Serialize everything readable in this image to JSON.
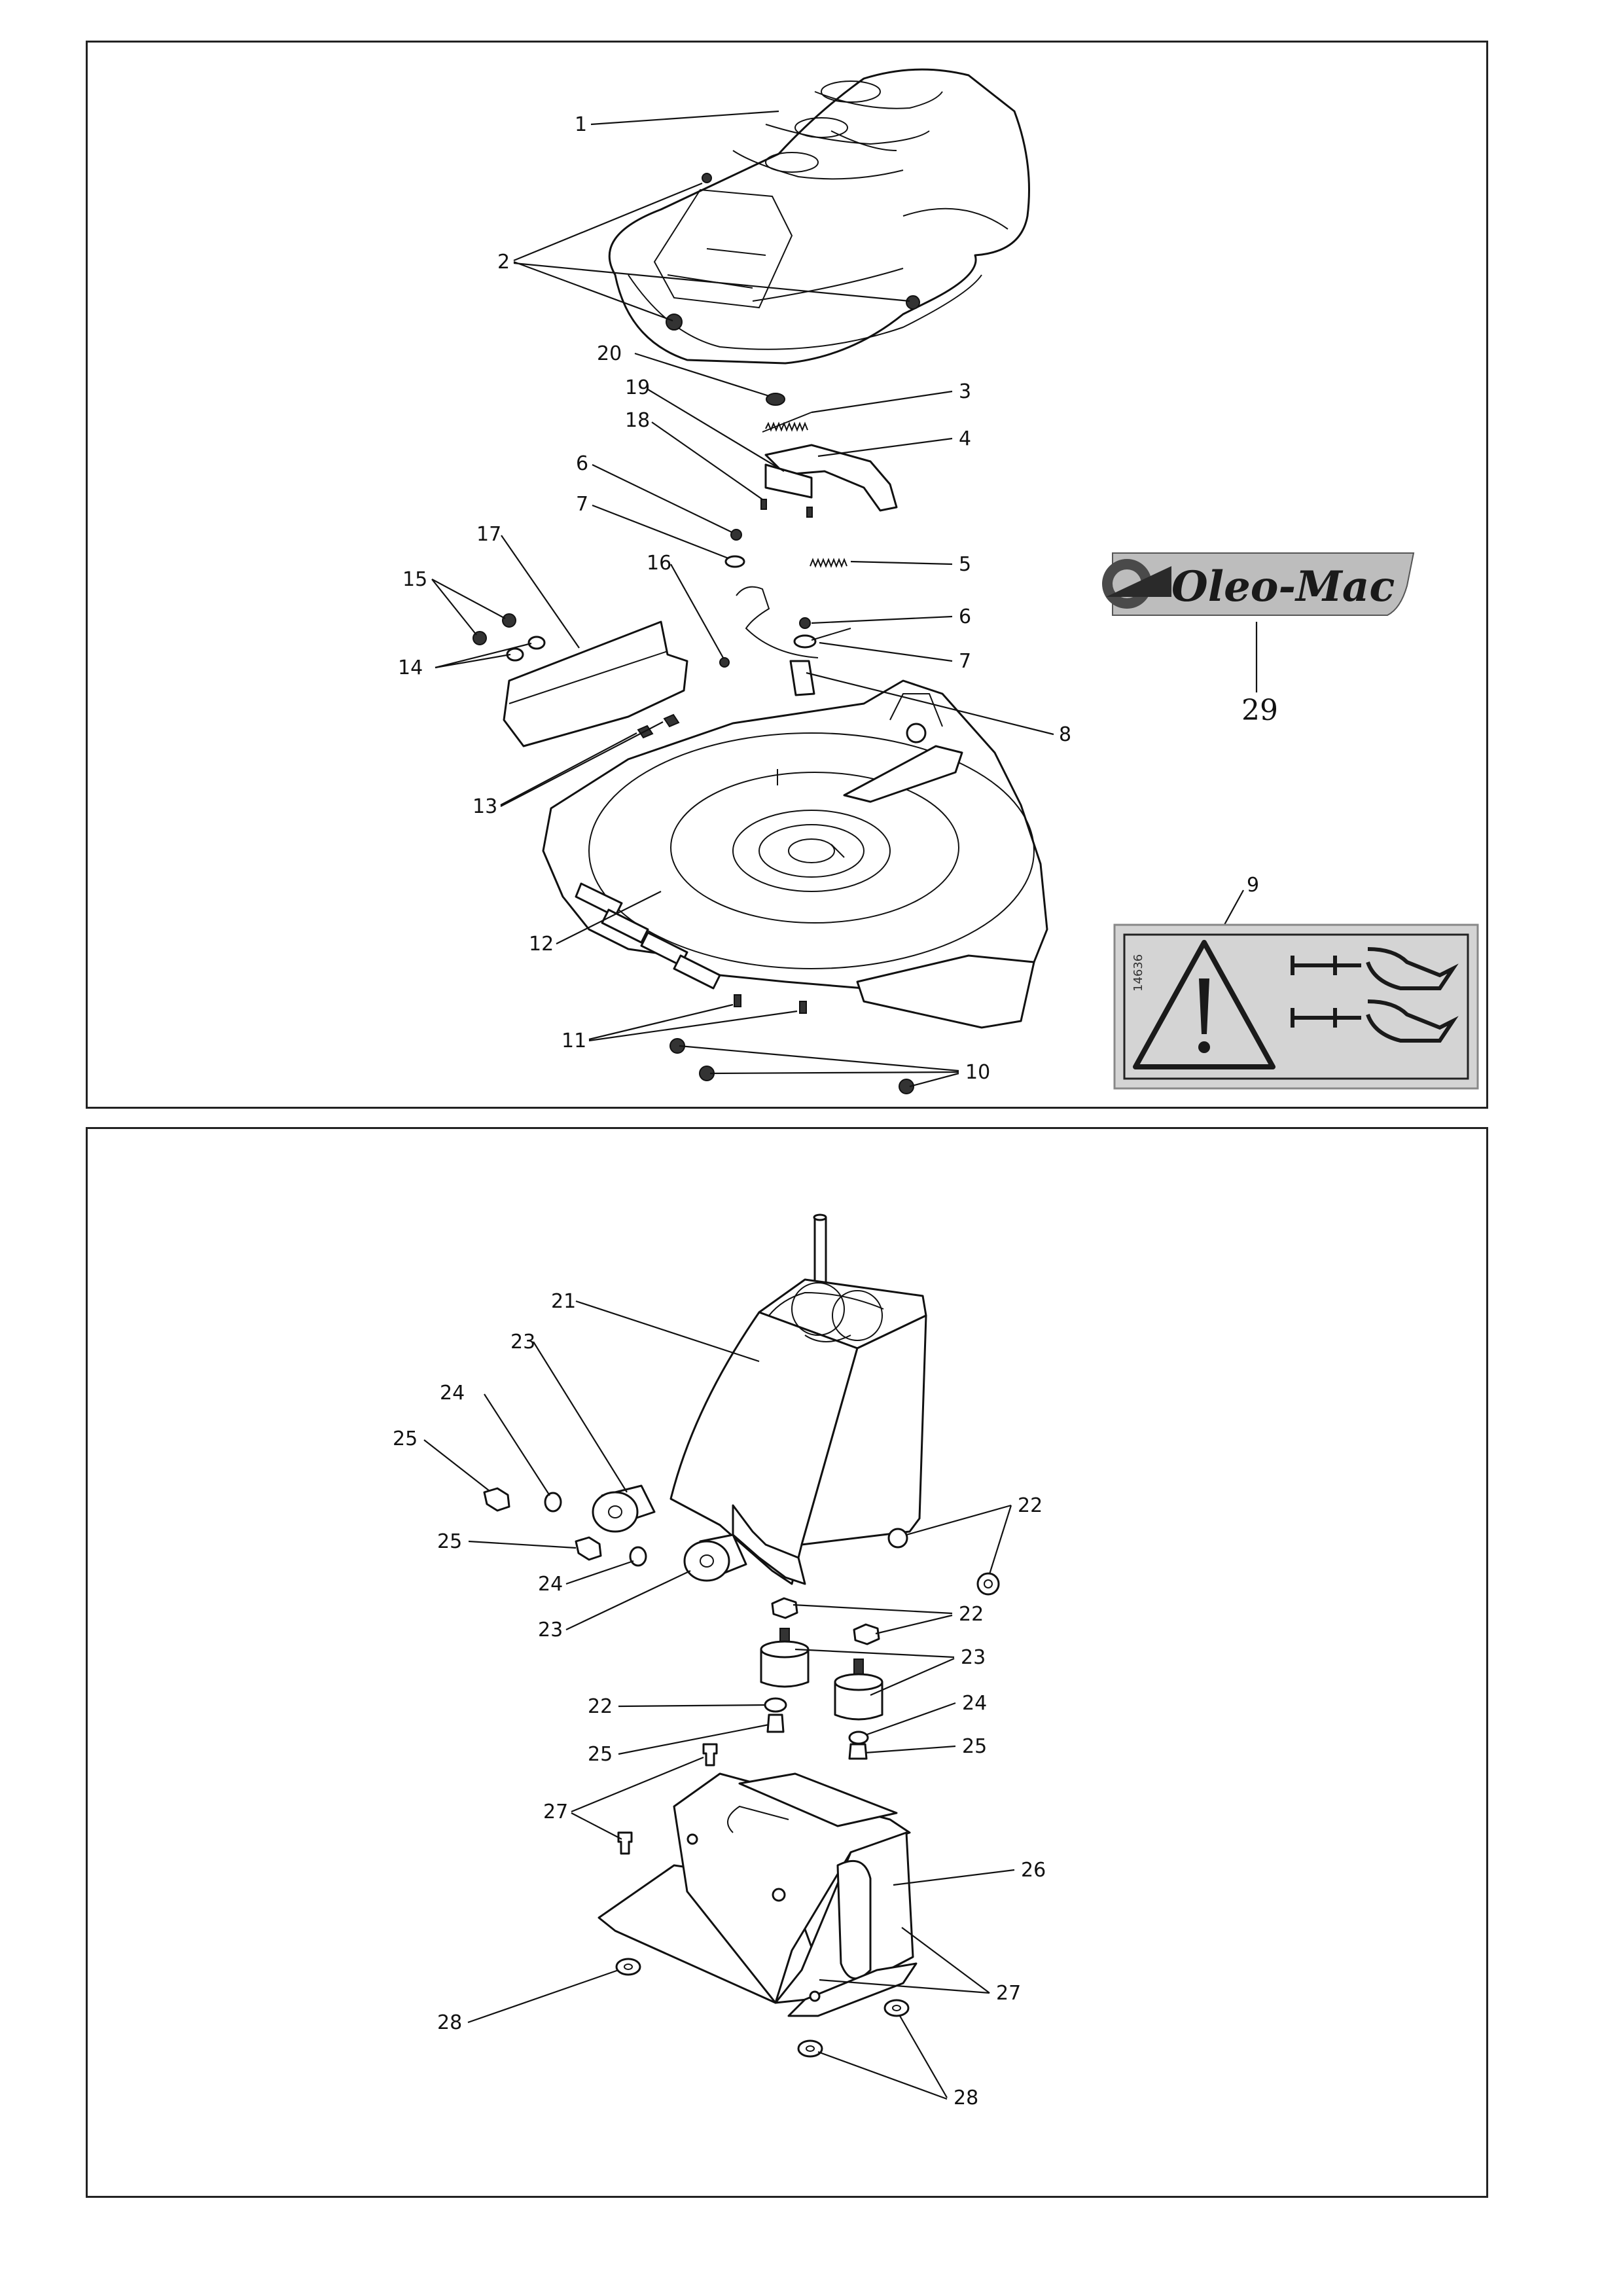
{
  "logo": {
    "text": "Oleo-Mac"
  },
  "decal": {
    "code": "14636"
  },
  "callouts_top": [
    "1",
    "2",
    "20",
    "3",
    "19",
    "4",
    "18",
    "6",
    "7",
    "17",
    "16",
    "5",
    "15",
    "6",
    "14",
    "7",
    "8",
    "13",
    "12",
    "11",
    "10",
    "29",
    "9"
  ],
  "callouts_bottom": [
    "21",
    "23",
    "24",
    "25",
    "22",
    "25",
    "24",
    "23",
    "22",
    "22",
    "23",
    "24",
    "25",
    "25",
    "27",
    "26",
    "27",
    "28",
    "28"
  ]
}
